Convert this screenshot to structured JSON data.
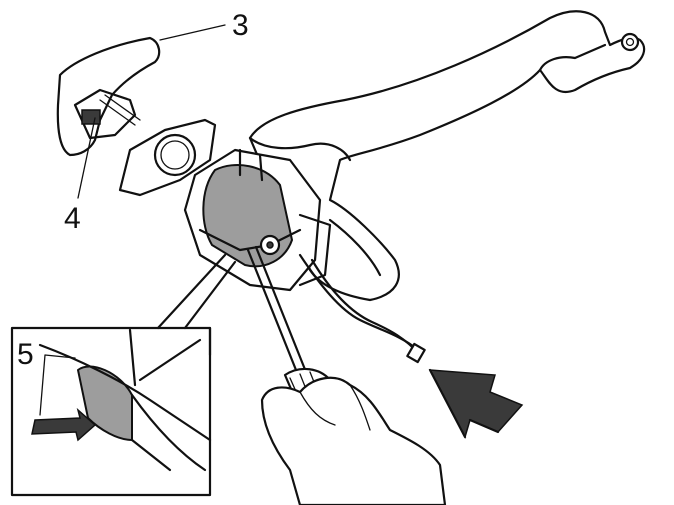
{
  "callouts": {
    "c3": "3",
    "c4": "4",
    "c5": "5"
  },
  "colors": {
    "line": "#111111",
    "shade": "#9d9d9d",
    "dark_shade": "#3a3a3a",
    "background": "#ffffff"
  },
  "icons": {
    "push_arrow": "arrow-left-icon",
    "insert_arrow": "arrow-left-icon"
  }
}
